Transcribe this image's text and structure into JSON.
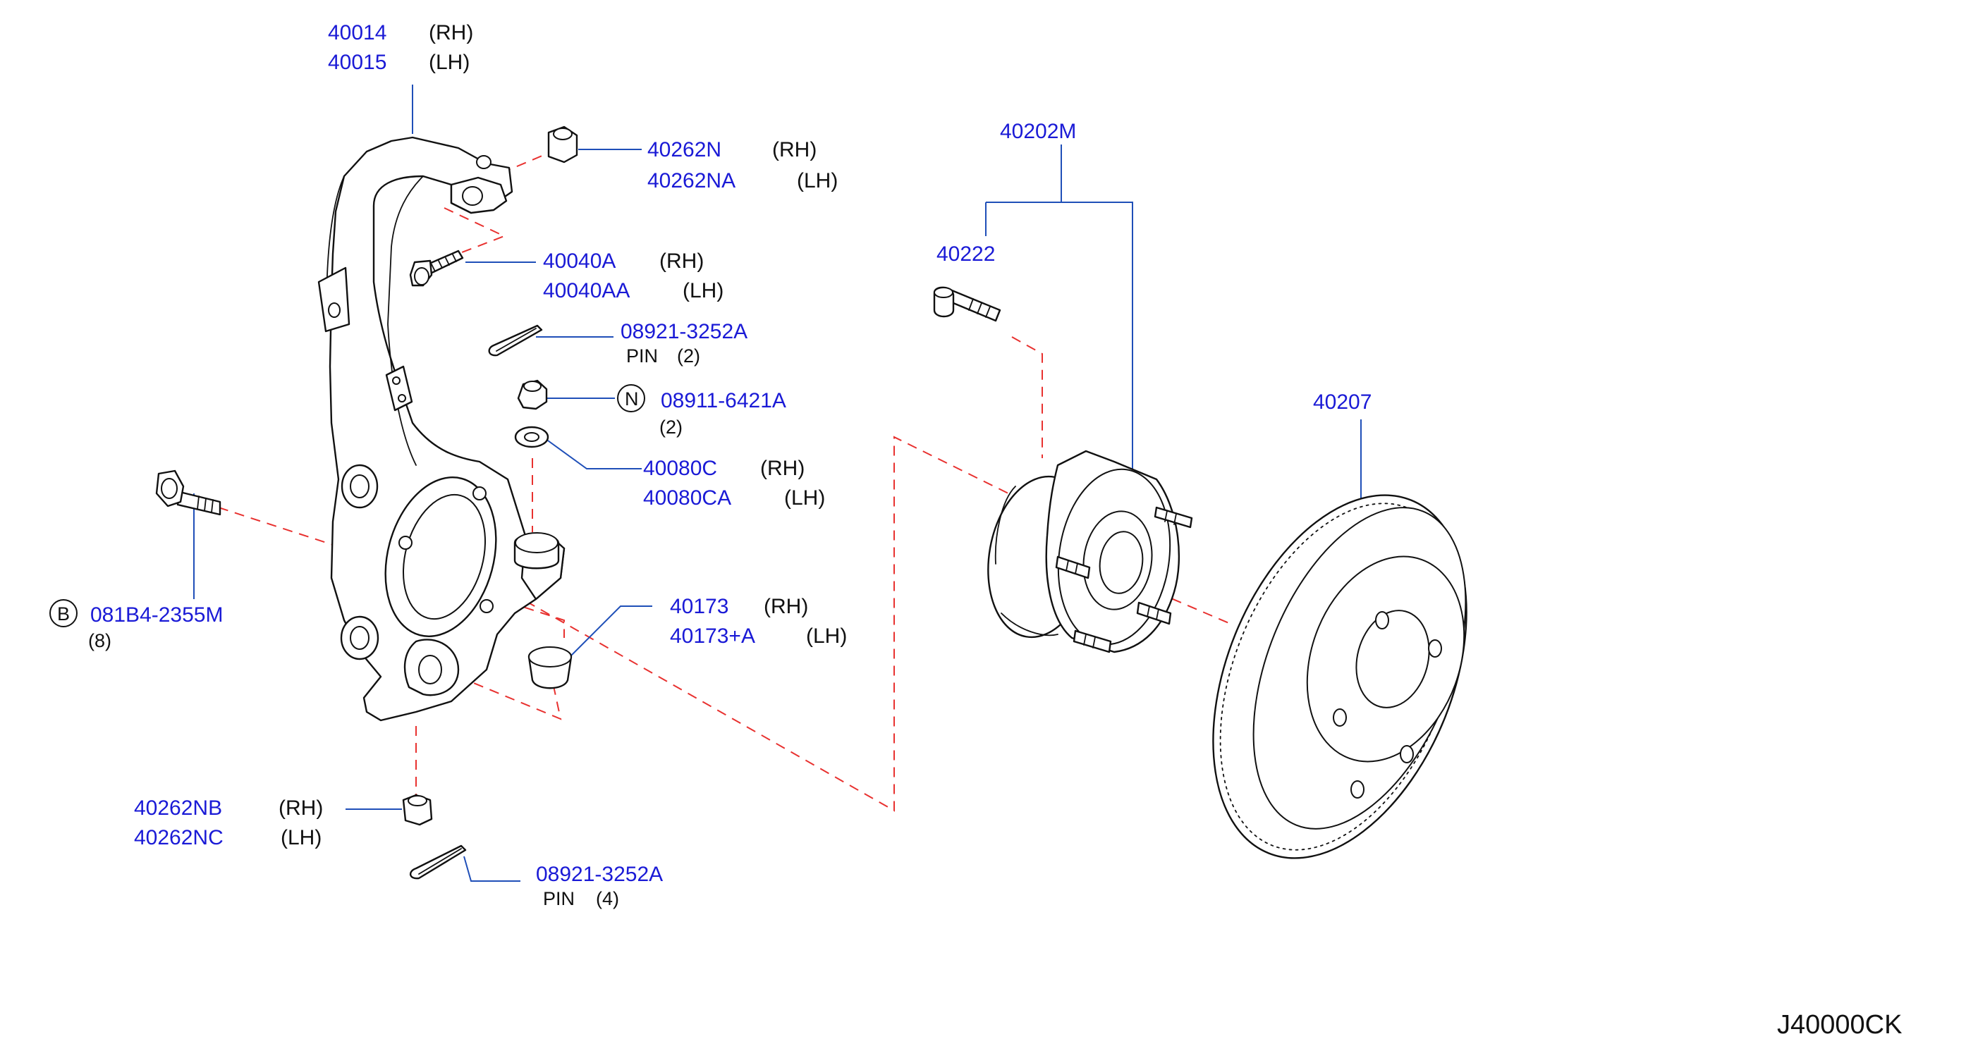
{
  "labels": {
    "knuckle_rh_pn": "40014",
    "knuckle_rh_side": "(RH)",
    "knuckle_lh_pn": "40015",
    "knuckle_lh_side": "(LH)",
    "nut_top_rh_pn": "40262N",
    "nut_top_rh_side": "(RH)",
    "nut_top_lh_pn": "40262NA",
    "nut_top_lh_side": "(LH)",
    "bolt_rh_pn": "40040A",
    "bolt_rh_side": "(RH)",
    "bolt_lh_pn": "40040AA",
    "bolt_lh_side": "(LH)",
    "pin_top_pn": "08921-3252A",
    "pin_top_desc": "PIN",
    "pin_top_qty": "(2)",
    "nut_n_circle": "N",
    "nut_n_pn": "08911-6421A",
    "nut_n_qty": "(2)",
    "washer_rh_pn": "40080C",
    "washer_rh_side": "(RH)",
    "washer_lh_pn": "40080CA",
    "washer_lh_side": "(LH)",
    "bolt_b_circle": "B",
    "bolt_b_pn": "081B4-2355M",
    "bolt_b_qty": "(8)",
    "bush_rh_pn": "40173",
    "bush_rh_side": "(RH)",
    "bush_lh_pn": "40173+A",
    "bush_lh_side": "(LH)",
    "nut_bot_rh_pn": "40262NB",
    "nut_bot_rh_side": "(RH)",
    "nut_bot_lh_pn": "40262NC",
    "nut_bot_lh_side": "(LH)",
    "pin_bot_pn": "08921-3252A",
    "pin_bot_desc": "PIN",
    "pin_bot_qty": "(4)",
    "hub_pn": "40202M",
    "stud_pn": "40222",
    "rotor_pn": "40207",
    "diagram_code": "J40000CK"
  },
  "colors": {
    "part_number": "#1a1ad6",
    "leader_line": "#1f4fb8",
    "assembly_dash": "#e8312f",
    "outline": "#111111"
  }
}
